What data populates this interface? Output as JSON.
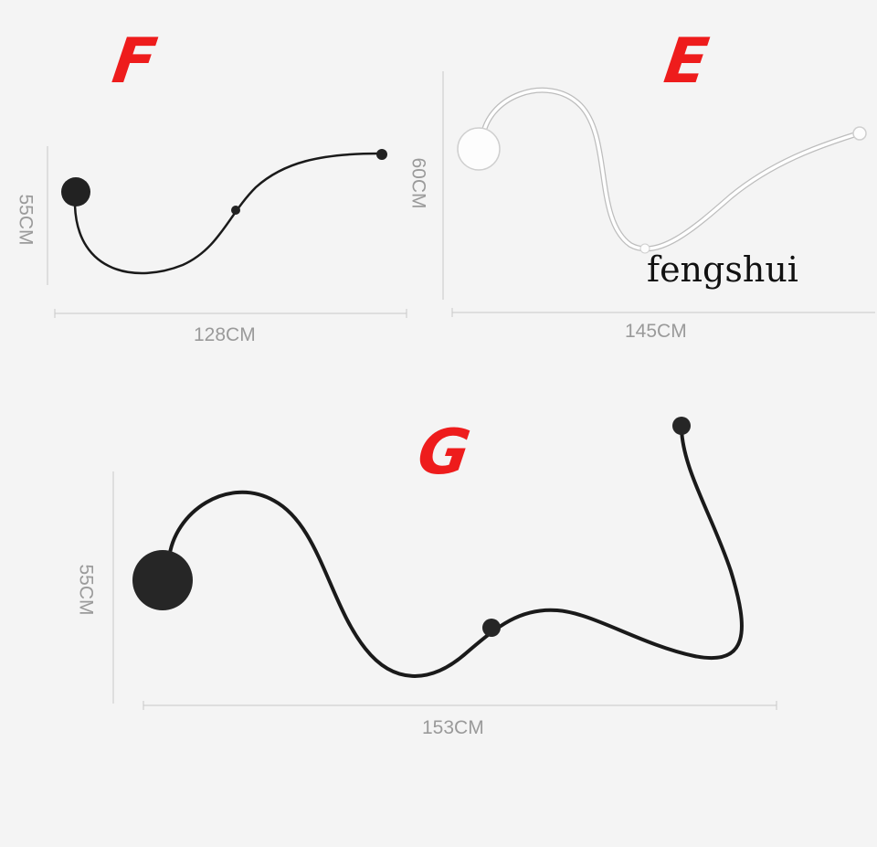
{
  "image": {
    "background": "#f4f4f4",
    "description_colors": {
      "black_lamp": "#1a1a1a",
      "white_lamp": "#ffffff",
      "label_red": "#ee1c1c",
      "dimension_gray": "#9a9a9a"
    }
  },
  "variants": {
    "f": {
      "label": "F",
      "width_text": "128CM",
      "height_text": "55CM",
      "lamp_color": "black"
    },
    "e": {
      "label": "E",
      "width_text": "145CM",
      "height_text": "60CM",
      "lamp_color": "white"
    },
    "g": {
      "label": "G",
      "width_text": "153CM",
      "height_text": "55CM",
      "lamp_color": "black"
    }
  },
  "watermark": {
    "text": "fengshui"
  }
}
